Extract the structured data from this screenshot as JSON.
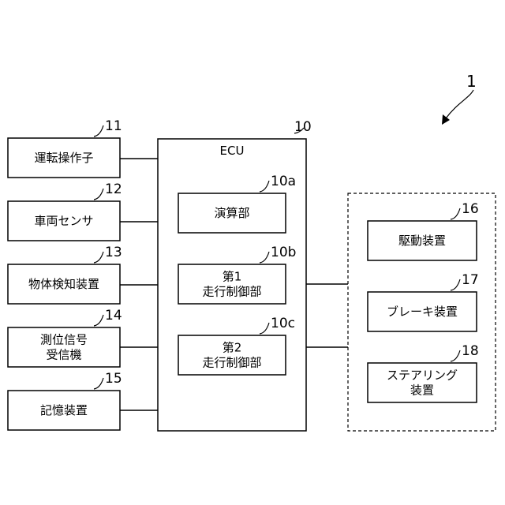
{
  "system_ref": "1",
  "ecu": {
    "label": "ECU",
    "ref": "10"
  },
  "ecu_units": [
    {
      "id": "calc",
      "lines": [
        "演算部"
      ],
      "ref": "10a"
    },
    {
      "id": "first-ctrl",
      "lines": [
        "第1",
        "走行制御部"
      ],
      "ref": "10b"
    },
    {
      "id": "second-ctrl",
      "lines": [
        "第2",
        "走行制御部"
      ],
      "ref": "10c"
    }
  ],
  "inputs": [
    {
      "id": "driving-operator",
      "lines": [
        "運転操作子"
      ],
      "ref": "11"
    },
    {
      "id": "vehicle-sensor",
      "lines": [
        "車両センサ"
      ],
      "ref": "12"
    },
    {
      "id": "object-detector",
      "lines": [
        "物体検知装置"
      ],
      "ref": "13"
    },
    {
      "id": "positioning-receiver",
      "lines": [
        "測位信号",
        "受信機"
      ],
      "ref": "14"
    },
    {
      "id": "storage-device",
      "lines": [
        "記憶装置"
      ],
      "ref": "15"
    }
  ],
  "outputs": [
    {
      "id": "drive-device",
      "lines": [
        "駆動装置"
      ],
      "ref": "16"
    },
    {
      "id": "brake-device",
      "lines": [
        "ブレーキ装置"
      ],
      "ref": "17"
    },
    {
      "id": "steering-device",
      "lines": [
        "ステアリング",
        "装置"
      ],
      "ref": "18"
    }
  ]
}
